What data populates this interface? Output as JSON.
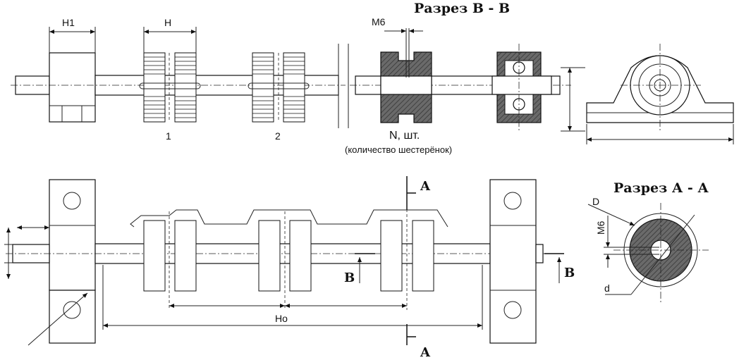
{
  "section_bb_title": "Разрез В - В",
  "section_aa_title": "Разрез А - А",
  "labels": {
    "h1": "H1",
    "h": "H",
    "m6_top": "M6",
    "gear_1": "1",
    "gear_2": "2",
    "n_count": "N, шт.",
    "n_note": "(количество шестерёнок)",
    "ho": "Ho",
    "cut_a_top": "A",
    "cut_a_bottom": "A",
    "cut_b_left": "B",
    "cut_b_right": "B",
    "d_outer": "D",
    "m6_side": "M6",
    "d_inner": "d"
  }
}
